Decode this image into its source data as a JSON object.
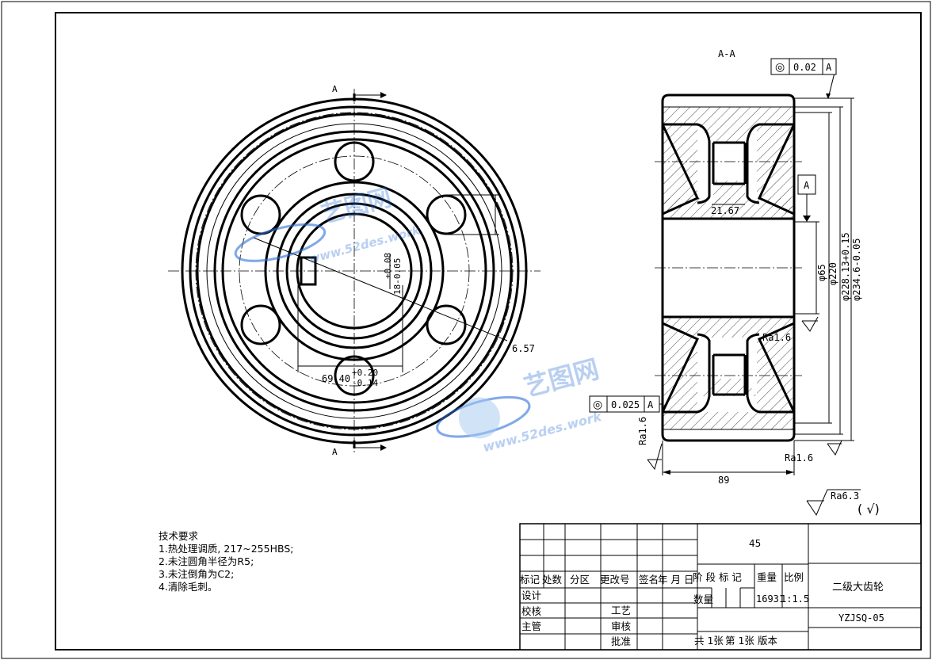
{
  "section_label": "A-A",
  "cut_label_top": "A",
  "cut_label_bottom": "A",
  "datum_label": "A",
  "geometric_tolerances": [
    {
      "symbol": "◎",
      "value": "0.02",
      "datum": "A"
    },
    {
      "symbol": "◎",
      "value": "0.025",
      "datum": "A"
    }
  ],
  "dimensions": {
    "keyway_depth": "69.40",
    "keyway_depth_tol_upper": "+0.20",
    "keyway_depth_tol_lower": "-0.14",
    "key_width_a": "+0.08",
    "key_width_b": "18-0.05",
    "pitch_circle": "6.57",
    "hub_width": "21.67",
    "bore_dia": "φ65",
    "hub_dia": "φ220",
    "tip_dia_a": "φ228.13+0.15",
    "tip_dia_b": "φ234.6-0.05",
    "face_width": "89"
  },
  "roughness": {
    "ra_small_1": "Ra1.6",
    "ra_small_2": "Ra1.6",
    "ra_small_3": "Ra1.6",
    "general": "Ra6.3",
    "general_suffix": "( √)"
  },
  "technical_requirements": {
    "title": "技术要求",
    "items": [
      "1.热处理调质, 217~255HBS;",
      "2.未注圆角半径为R5;",
      "3.未注倒角为C2;",
      "4.清除毛刺。"
    ]
  },
  "title_block": {
    "material": "45",
    "part_name": "二级大齿轮",
    "drawing_no": "YZJSQ-05",
    "header_row": [
      "标记",
      "处数",
      "分区",
      "更改号",
      "签名",
      "年 月 日"
    ],
    "row_labels": [
      "设计",
      "校核",
      "主管"
    ],
    "mid_labels": [
      "工艺",
      "审核",
      "批准"
    ],
    "stage_label": "阶 段 标 记",
    "weight_label": "重量",
    "scale_label": "比例",
    "quantity_label": "数量",
    "weight_value": "16931",
    "scale_value": "1:1.5",
    "sheet_total": "共 1张",
    "sheet_no": "第 1张",
    "version_label": "版本"
  },
  "watermark": {
    "brand": "艺图网",
    "url": "www.52des.work"
  }
}
